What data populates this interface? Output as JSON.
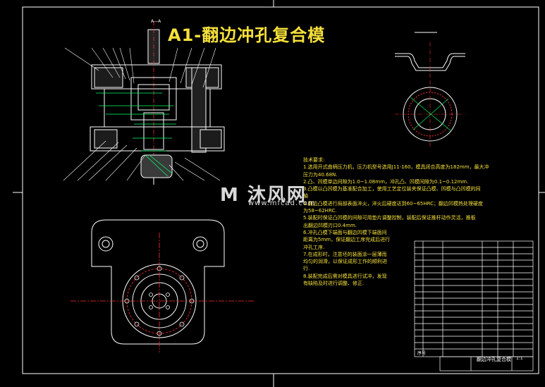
{
  "title": "A1-翻边冲孔复合模",
  "section_label": "A—A",
  "tech_notes": [
    "技术要求:",
    "1.选用开式曲柄压力机，压力机型号选用J11-160，模具闭合高度为182mm，最大冲",
    "  压力为40.68N.",
    "2.凸、凹模单边间隙为1.0~1.08mm，冲孔凸、凹模间隙为0.1~0.12mm.",
    "3.凸模以凸凹模为基准配合加工，使用工艺定位装夹保证凸模、凹模与凸凹模的同",
    "  轴",
    "4.翻边凸模进行局部表面淬火，淬火后硬度达到60~65HRC；翻边凹模热处理硬度",
    "  为58~62HRC.",
    "5.装配时保证凸凹模的间隙可用垫片调整控制，装配后保证推杆动作灵活，推板",
    "  出翻边凹模刃口0.4mm.",
    "6.冲孔凸模下端面与翻边凹模下端面间",
    "  距离为5mm，保证翻边工序完成后进行",
    "  冲孔工序.",
    "7.在成形时，注意坯的装面涂一层薄而",
    "  均匀的润滑，以保证成形工作的顺利进",
    "  行.",
    "8.装配完成后需对模具进行试冲，发现",
    "  有缺陷及时进行调整、修正."
  ],
  "watermark": {
    "brand": "M 沐风网",
    "url": "www.mfcad.com"
  },
  "title_block": {
    "drawing_name": "翻边冲孔复合模",
    "part_label": "序号",
    "scale": "1:1"
  },
  "colors": {
    "bg": "#000000",
    "line": "#ffffff",
    "hatch": "#00ff66",
    "center": "#ff3030",
    "note": "#f5e03a"
  }
}
